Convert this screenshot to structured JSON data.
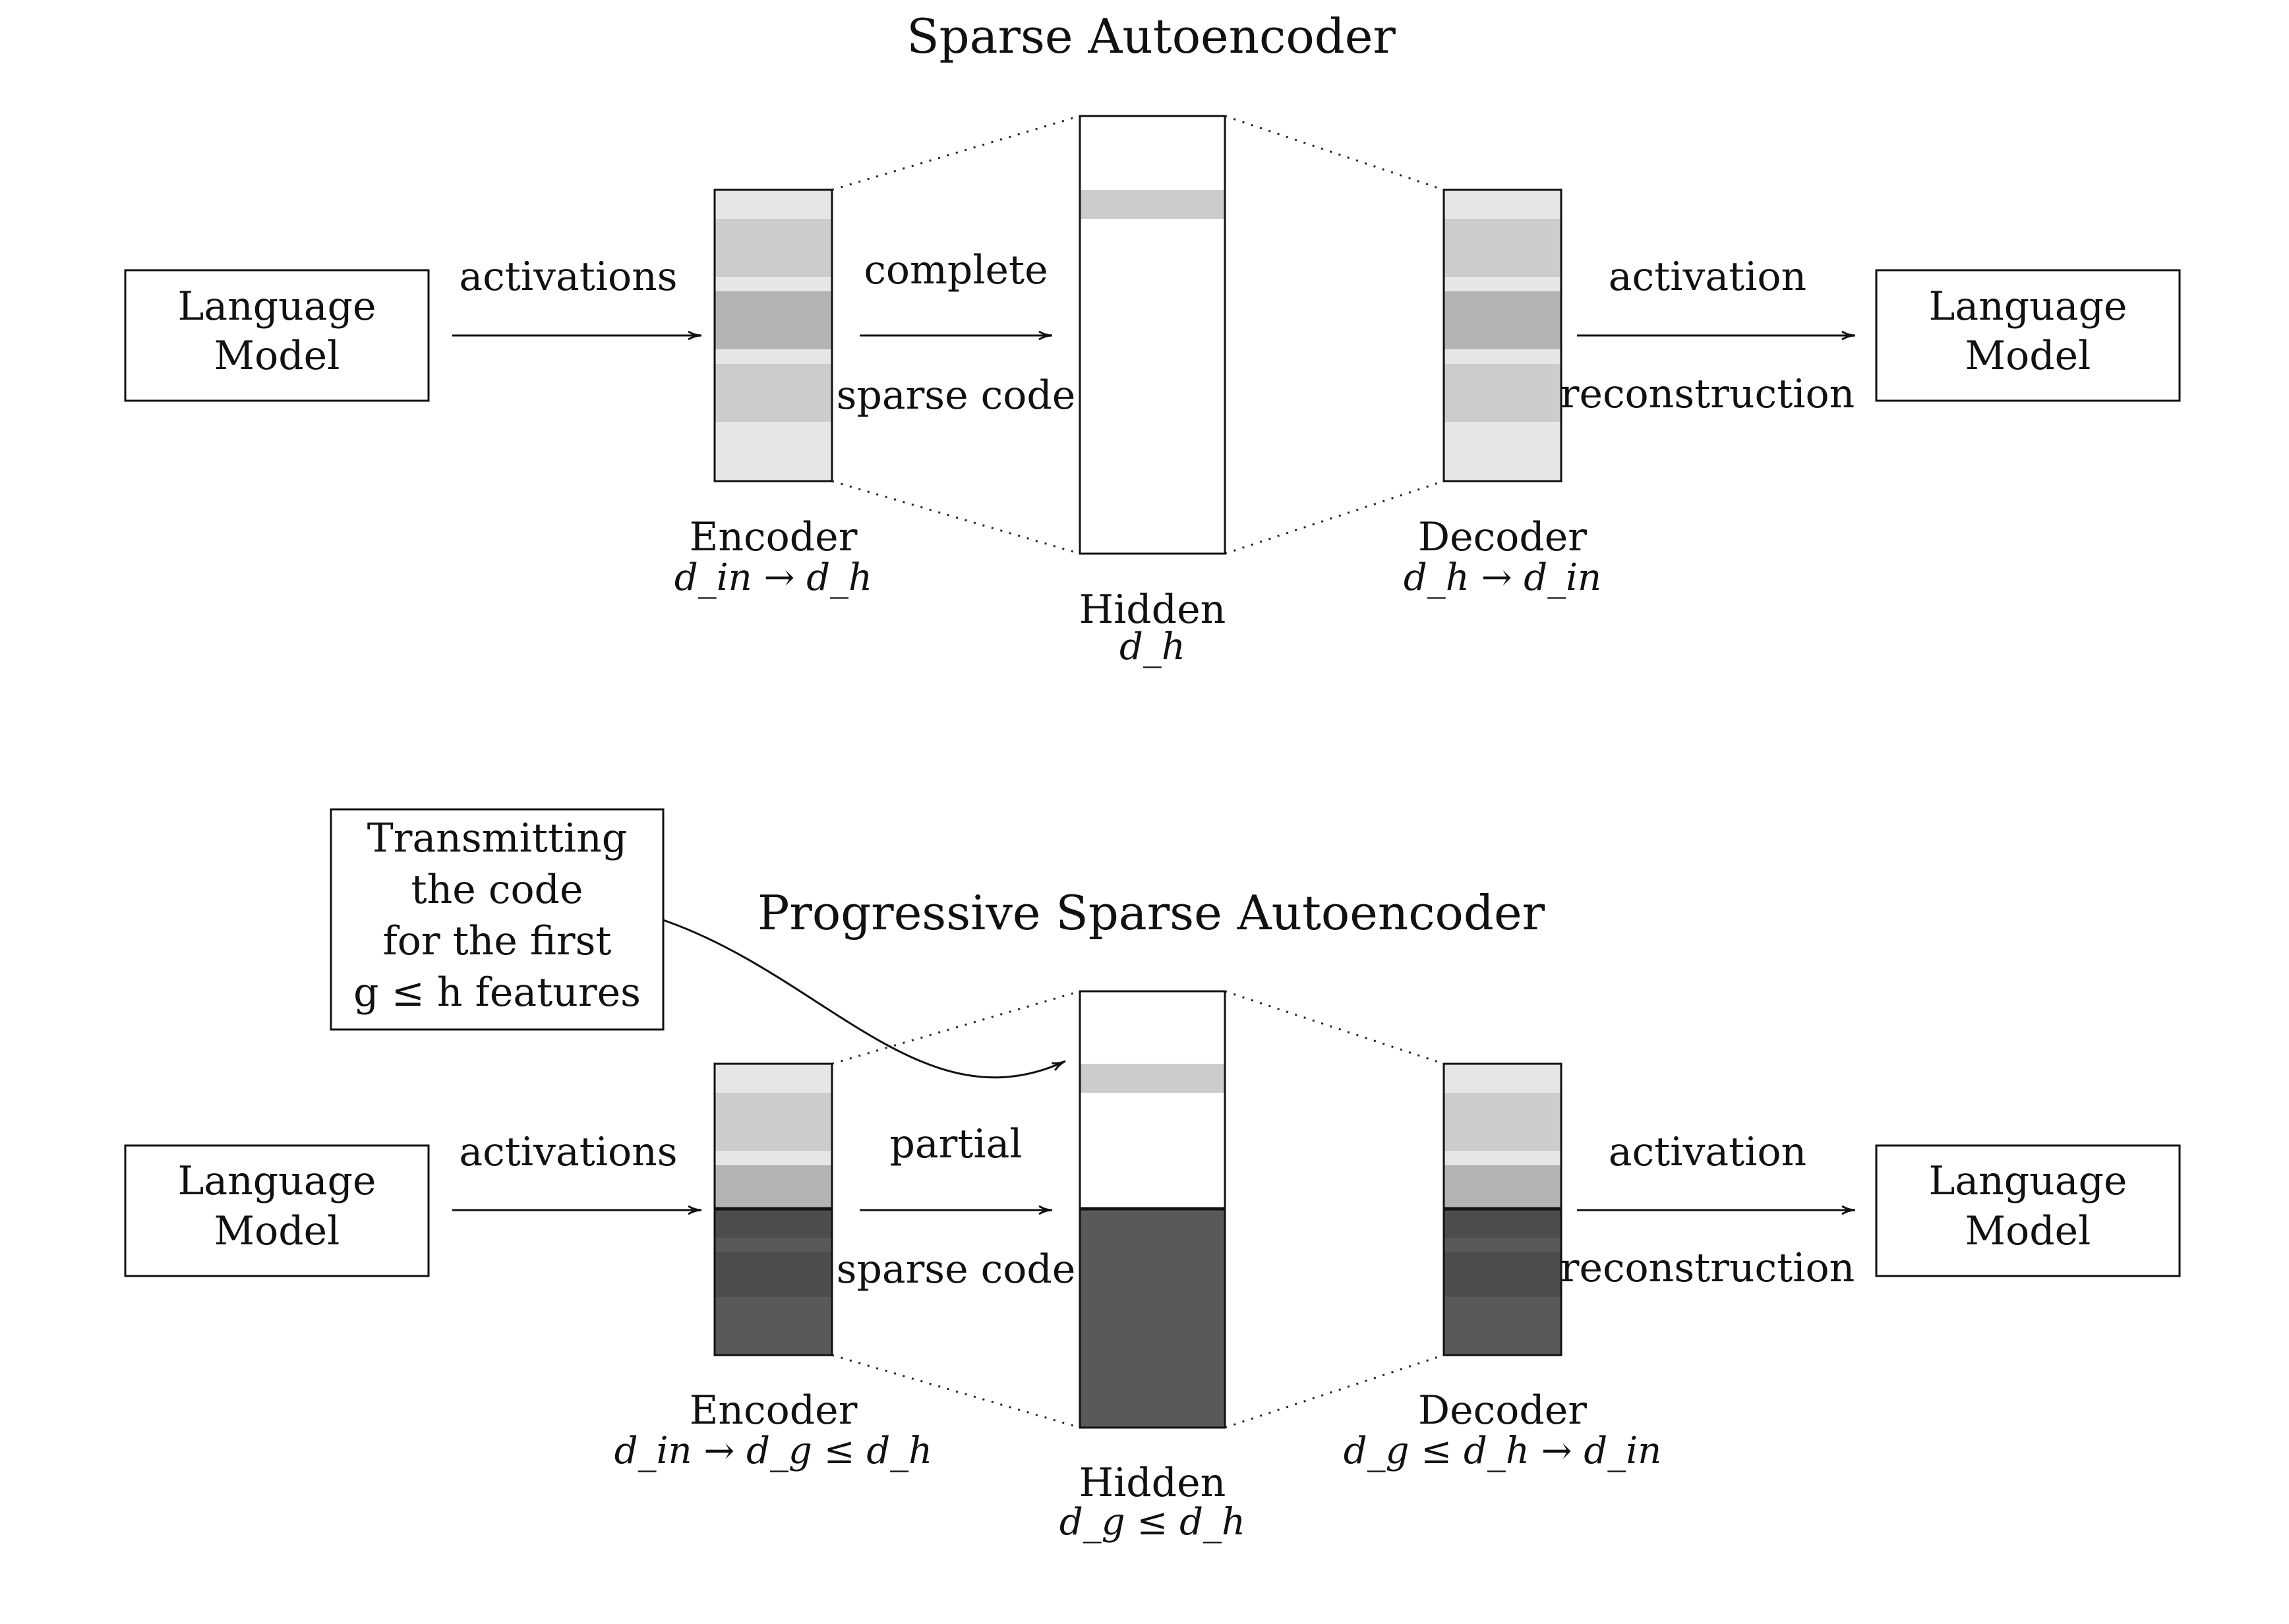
{
  "top": {
    "title": "Sparse Autoencoder",
    "lm_left": [
      "Language",
      "Model"
    ],
    "lm_right": [
      "Language",
      "Model"
    ],
    "activations": "activations",
    "code_top": "complete",
    "code_bottom": "sparse code",
    "recon_top": "activation",
    "recon_bottom": "reconstruction",
    "encoder": "Encoder",
    "encoder_dim": "d_in → d_h",
    "hidden": "Hidden",
    "hidden_dim": "d_h",
    "decoder": "Decoder",
    "decoder_dim": "d_h → d_in"
  },
  "bottom": {
    "title": "Progressive Sparse Autoencoder",
    "note": [
      "Transmitting",
      "the code",
      "for the first",
      "g ≤ h features"
    ],
    "lm_left": [
      "Language",
      "Model"
    ],
    "lm_right": [
      "Language",
      "Model"
    ],
    "activations": "activations",
    "code_top": "partial",
    "code_bottom": "sparse code",
    "recon_top": "activation",
    "recon_bottom": "reconstruction",
    "encoder": "Encoder",
    "encoder_dim": "d_in → d_g ≤ d_h",
    "hidden": "Hidden",
    "hidden_dim": "d_g ≤ d_h",
    "decoder": "Decoder",
    "decoder_dim": "d_g ≤ d_h → d_in"
  },
  "colors": {
    "light": "#e6e6e6",
    "mid": "#cccccc",
    "midDark": "#b3b3b3",
    "dark": "#595959",
    "darker": "#4d4d4d"
  }
}
